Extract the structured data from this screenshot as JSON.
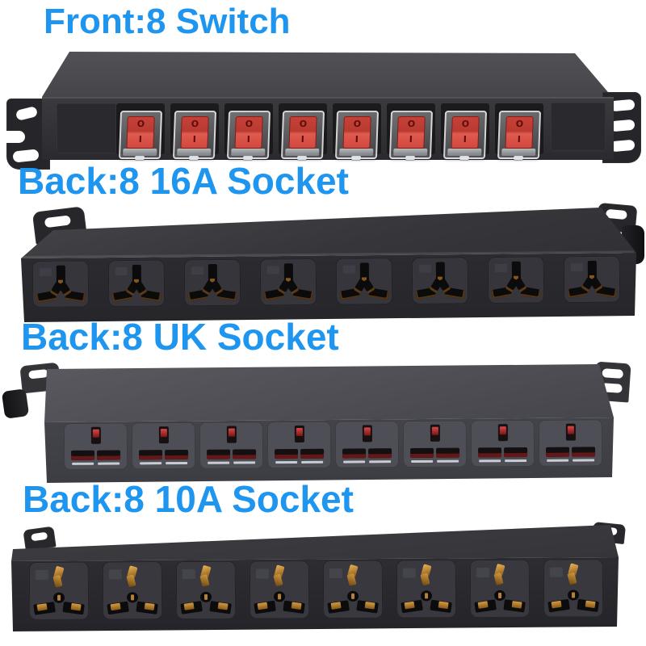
{
  "image": {
    "background": "#ffffff",
    "accent_color": "#1e96f0",
    "description": "1U rack-mount PDU power strip shown in four views"
  },
  "captions": {
    "front": "Front:8 Switch",
    "back_16a": "Back:8 16A Socket",
    "back_uk": "Back:8 UK Socket",
    "back_10a": "Back:8 10A Socket"
  },
  "front_unit": {
    "switch_count": 8,
    "switch_marking_off": "O",
    "switch_marking_on": "I",
    "switch_color": "#d9463e",
    "mount_ear_count": 2
  },
  "unit_16a": {
    "socket_count": 8
  },
  "unit_uk": {
    "socket_count": 8
  },
  "unit_10a": {
    "socket_count": 8
  },
  "colors": {
    "chassis": "#2c2c2f",
    "chassis_top": "#47474b",
    "uk_chassis": "#46464c",
    "brass_contact": "#b07a2e",
    "uk_slot_red": "#8a1f1f",
    "switch_red": "#d9463e",
    "cover_transparent": "rgba(255,255,255,0.35)"
  }
}
